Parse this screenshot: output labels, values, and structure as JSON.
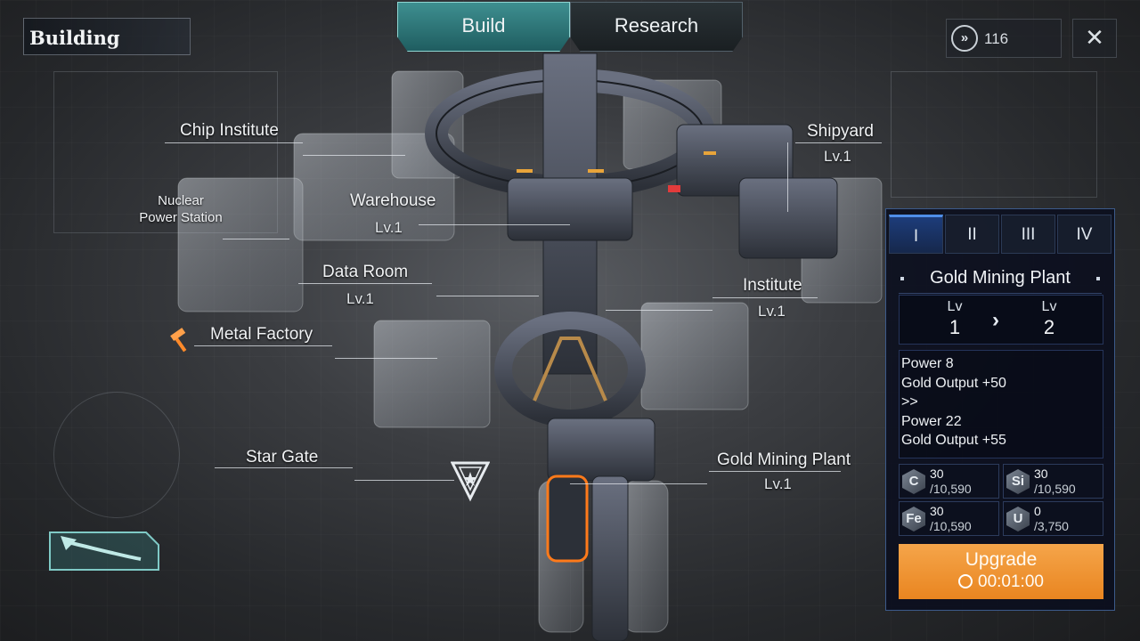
{
  "window": {
    "title": "Building"
  },
  "tabs": [
    {
      "label": "Build",
      "active": true
    },
    {
      "label": "Research",
      "active": false
    }
  ],
  "currency": {
    "icon": "fast-forward-icon",
    "value": "116"
  },
  "close": {
    "icon": "close-icon",
    "glyph": "✕"
  },
  "buildings": {
    "chip_institute": {
      "name": "Chip Institute"
    },
    "nuclear_power_station": {
      "name_line1": "Nuclear",
      "name_line2": "Power Station"
    },
    "warehouse": {
      "name": "Warehouse",
      "level": "Lv.1"
    },
    "data_room": {
      "name": "Data Room",
      "level": "Lv.1"
    },
    "metal_factory": {
      "name": "Metal Factory",
      "icon": "hammer-icon"
    },
    "star_gate": {
      "name": "Star Gate",
      "icon": "star-gate-emblem-icon"
    },
    "shipyard": {
      "name": "Shipyard",
      "level": "Lv.1"
    },
    "institute": {
      "name": "Institute",
      "level": "Lv.1"
    },
    "gold_mining_plant": {
      "name": "Gold Mining Plant",
      "level": "Lv.1"
    }
  },
  "panel": {
    "tiers": [
      "I",
      "II",
      "III",
      "IV"
    ],
    "active_tier": "I",
    "building_name": "Gold Mining Plant",
    "level_from_label": "Lv",
    "level_from": "1",
    "level_to_label": "Lv",
    "level_to": "2",
    "level_arrow": "›",
    "stats": [
      "Power 8",
      "Gold Output +50",
      ">>",
      "Power 22",
      "Gold Output +55"
    ],
    "resources": [
      {
        "symbol": "C",
        "amount": "30",
        "capacity": "/10,590"
      },
      {
        "symbol": "Si",
        "amount": "30",
        "capacity": "/10,590"
      },
      {
        "symbol": "Fe",
        "amount": "30",
        "capacity": "/10,590"
      },
      {
        "symbol": "U",
        "amount": "0",
        "capacity": "/3,750"
      }
    ],
    "upgrade": {
      "label": "Upgrade",
      "time": "00:01:00"
    }
  },
  "colors": {
    "accent_teal": "#3e8f90",
    "panel_blue": "#1d3c7a",
    "upgrade_orange": "#ee9230",
    "highlight_orange": "#ff7a1a"
  }
}
